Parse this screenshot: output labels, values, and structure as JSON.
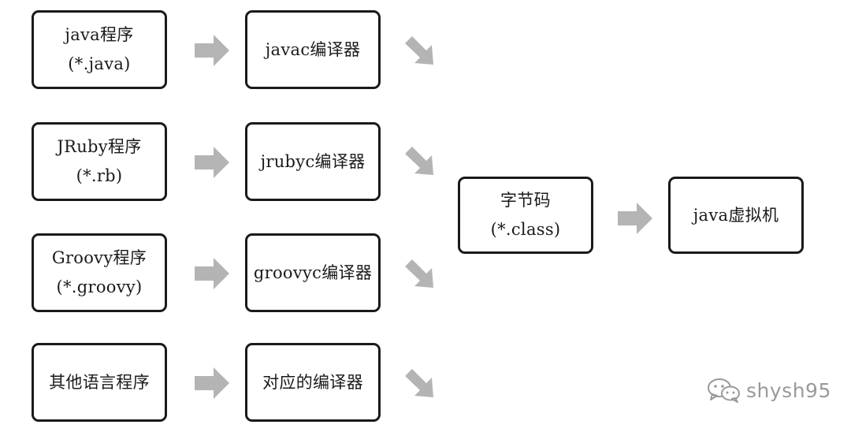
{
  "sources": [
    {
      "name": "java程序",
      "ext": "(*.java)"
    },
    {
      "name": "JRuby程序",
      "ext": "(*.rb)"
    },
    {
      "name": "Groovy程序",
      "ext": "(*.groovy)"
    },
    {
      "name": "其他语言程序",
      "ext": ""
    }
  ],
  "compilers": [
    {
      "name": "javac编译器"
    },
    {
      "name": "jrubyc编译器"
    },
    {
      "name": "groovyc编译器"
    },
    {
      "name": "对应的编译器"
    }
  ],
  "bytecode": {
    "name": "字节码",
    "ext": "(*.class)"
  },
  "jvm": {
    "name": "java虚拟机"
  },
  "watermark": {
    "icon": "wechat-icon",
    "text": "shysh95"
  },
  "colors": {
    "border": "#1a1a1a",
    "arrow": "#b4b4b4",
    "watermark": "#9a9a9a"
  }
}
